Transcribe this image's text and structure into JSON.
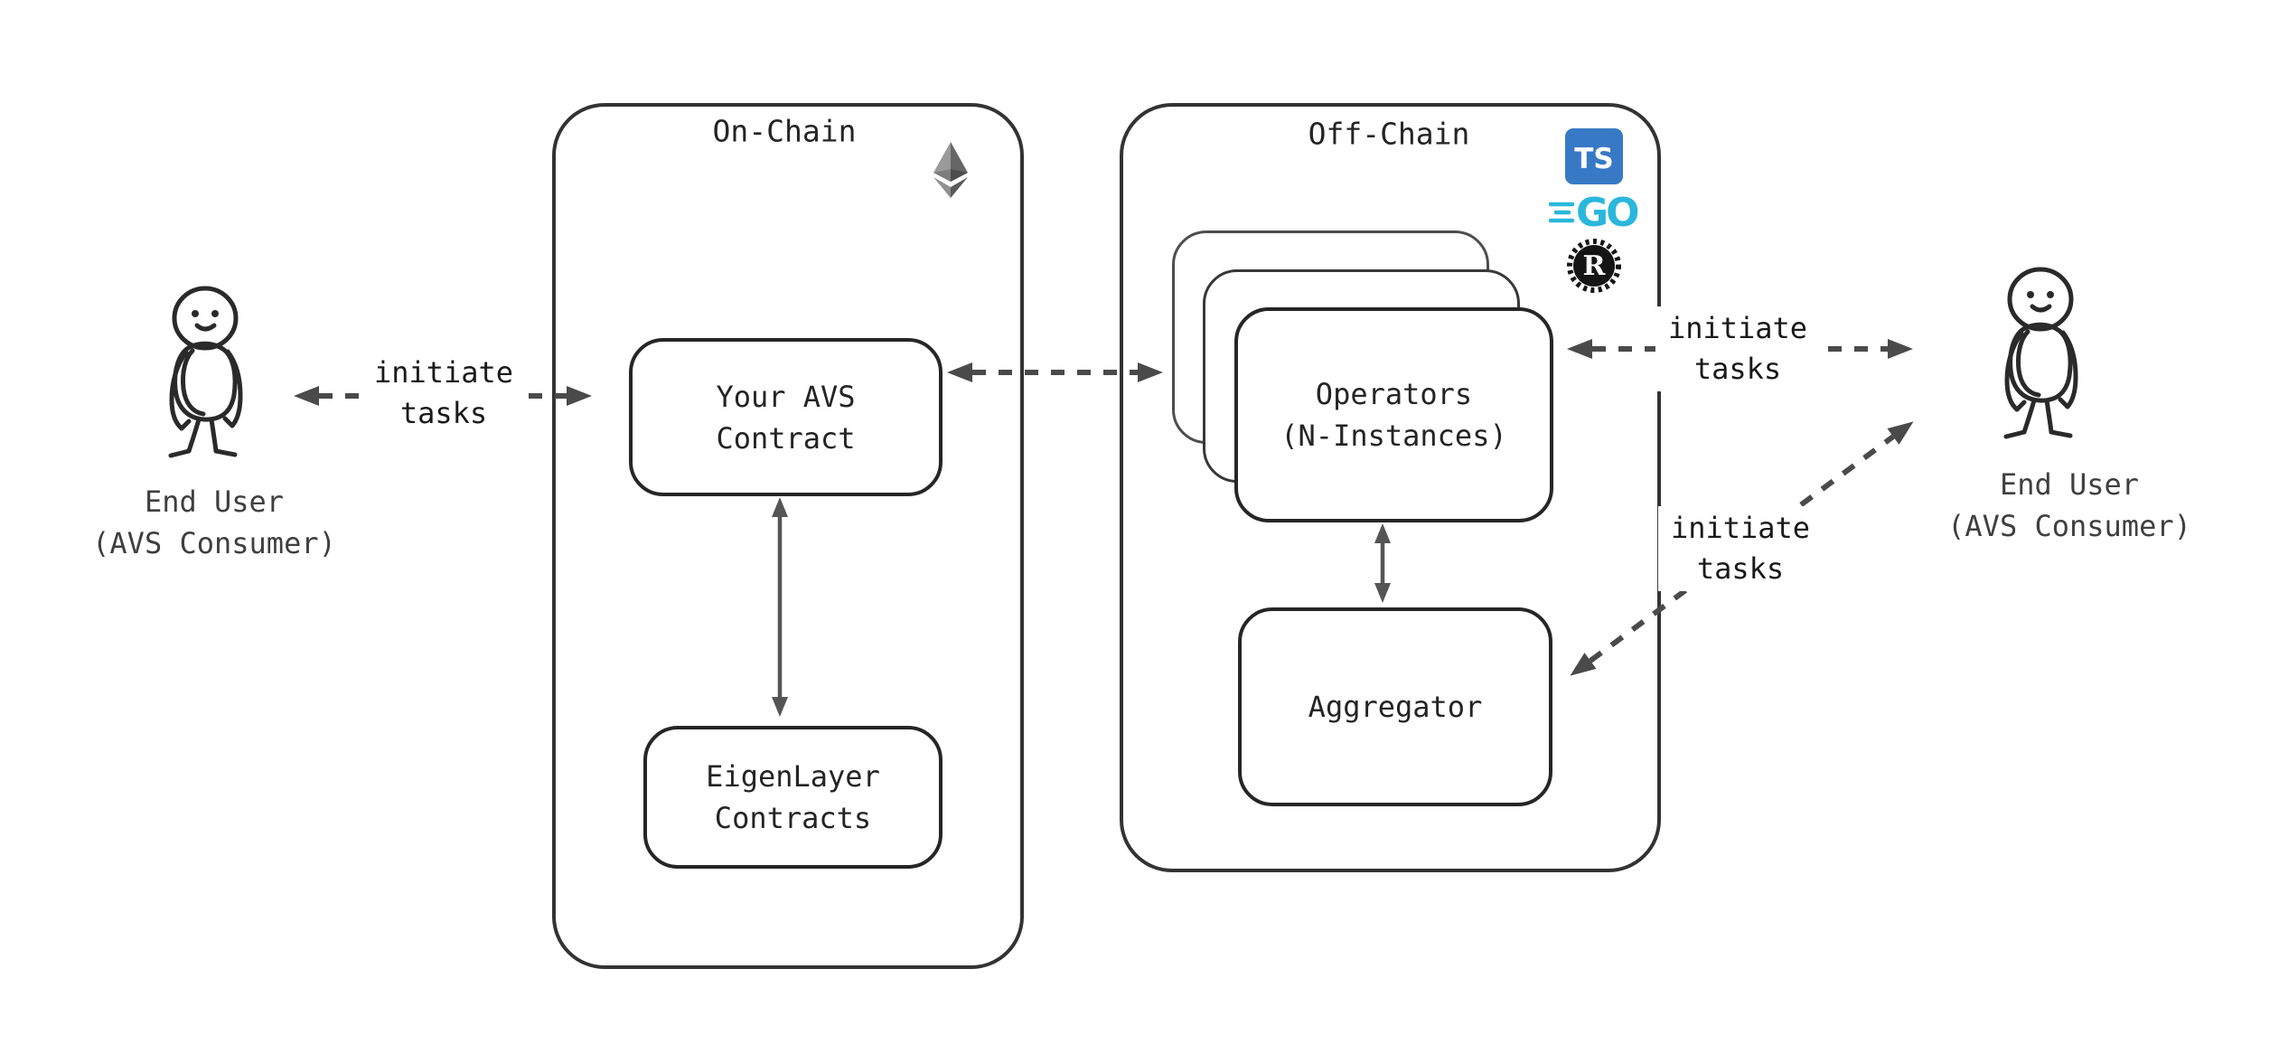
{
  "diagram": {
    "background": "#ffffff",
    "actors": {
      "left": {
        "name": "End User",
        "subtitle": "(AVS Consumer)"
      },
      "right": {
        "name": "End User",
        "subtitle": "(AVS Consumer)"
      }
    },
    "containers": {
      "on_chain": {
        "title": "On-Chain"
      },
      "off_chain": {
        "title": "Off-Chain"
      }
    },
    "nodes": {
      "avs_contract": {
        "line1": "Your AVS",
        "line2": "Contract"
      },
      "eigenlayer_contracts": {
        "line1": "EigenLayer",
        "line2": "Contracts"
      },
      "operators": {
        "line1": "Operators",
        "line2": "(N-Instances)"
      },
      "aggregator": {
        "label": "Aggregator"
      }
    },
    "edge_labels": {
      "user_to_avs": {
        "line1": "initiate",
        "line2": "tasks"
      },
      "operators_to_user": {
        "line1": "initiate",
        "line2": "tasks"
      },
      "user_to_aggregator": {
        "line1": "initiate",
        "line2": "tasks"
      }
    },
    "icons": {
      "ethereum": {
        "name": "ethereum-logo"
      },
      "typescript": {
        "label": "TS",
        "color": "#3178C6"
      },
      "go": {
        "label": "GO",
        "color": "#2AB7DC"
      },
      "rust": {
        "label": "R",
        "color": "#151515"
      }
    },
    "colors": {
      "container_stroke": "#333333",
      "node_stroke": "#262626",
      "arrow": "#4a4a4a",
      "text": "#1d1d1d",
      "caption": "#3f3f3f"
    }
  }
}
